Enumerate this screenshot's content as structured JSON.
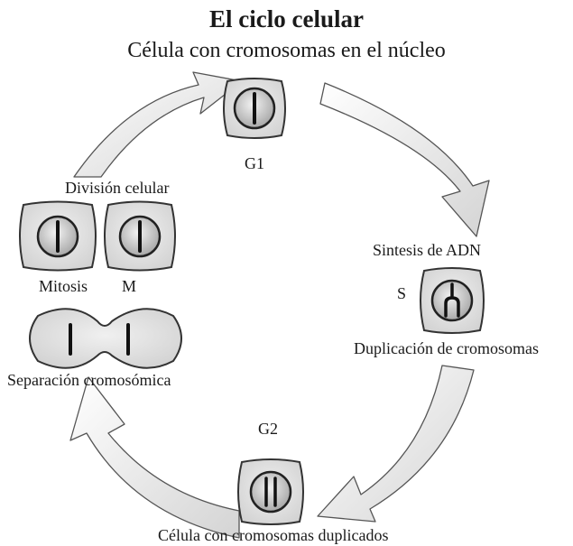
{
  "title": "El ciclo celular",
  "subtitle": "Célula con cromosomas en el núcleo",
  "phases": {
    "g1": "G1",
    "s": "S",
    "g2": "G2",
    "m": "M"
  },
  "labels": {
    "sintesis": "Sintesis de ADN",
    "duplicacion": "Duplicación de cromosomas",
    "division": "División celular",
    "mitosis": "Mitosis",
    "separacion": "Separación cromosómica",
    "duplicados": "Célula con cromosomas duplicados"
  }
}
